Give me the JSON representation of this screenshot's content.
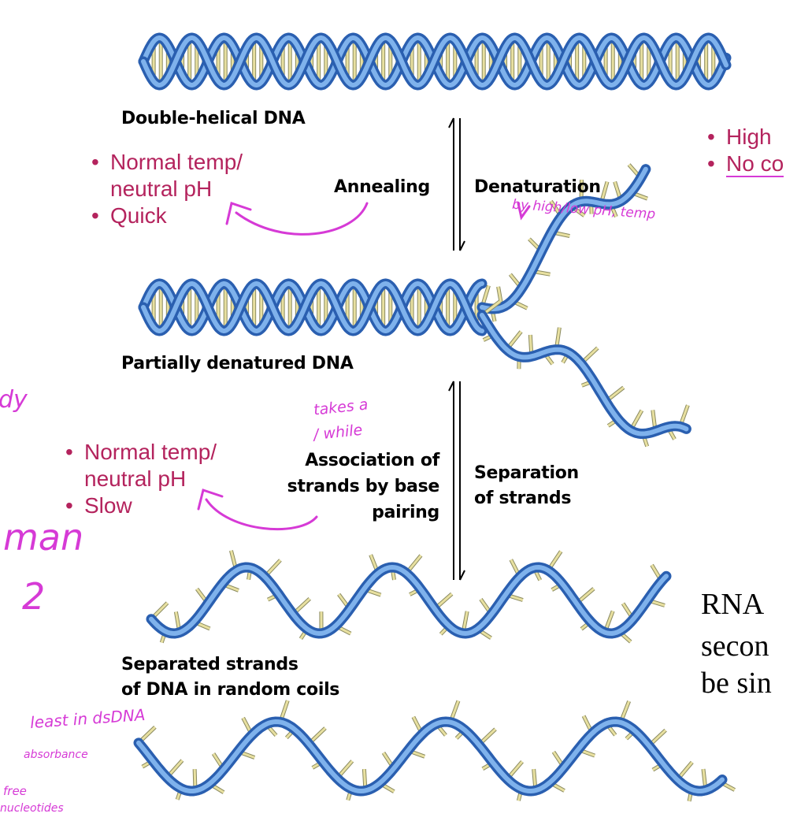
{
  "labels": {
    "double_helical": "Double-helical DNA",
    "partially_denatured": "Partially denatured DNA",
    "separated_line1": "Separated strands",
    "separated_line2": "of DNA in random coils",
    "annealing": "Annealing",
    "denaturation": "Denaturation",
    "association_line1": "Association of",
    "association_line2": "strands by base",
    "association_line3": "pairing",
    "separation_line1": "Separation",
    "separation_line2": "of strands"
  },
  "notes_top": {
    "line1": "Normal temp/",
    "line2": "neutral pH",
    "line3": "Quick"
  },
  "notes_mid": {
    "line1": "Normal temp/",
    "line2": "neutral pH",
    "line3": "Slow"
  },
  "notes_right": {
    "line1": "High",
    "line2": "No co"
  },
  "rna_text": {
    "line1": "RNA",
    "line2": "secon",
    "line3": "be sin"
  },
  "handwriting": {
    "by_high_low": "by high/low pH, temp",
    "takes_a_while_1": "takes a",
    "takes_a_while_2": "/ while",
    "least_in_dsdna": "least in dsDNA",
    "absorbance": "absorbance",
    "free": "free",
    "nucleotides": "nucleotides",
    "left_top": "dy",
    "left_man": "man",
    "left_2": "2"
  },
  "colors": {
    "backbone_dark": "#2a5fb0",
    "backbone_light": "#7fb2ec",
    "base_pair": "#e8e0a0",
    "note_pink": "#b4235d",
    "handwriting_magenta": "#d63ad6"
  }
}
